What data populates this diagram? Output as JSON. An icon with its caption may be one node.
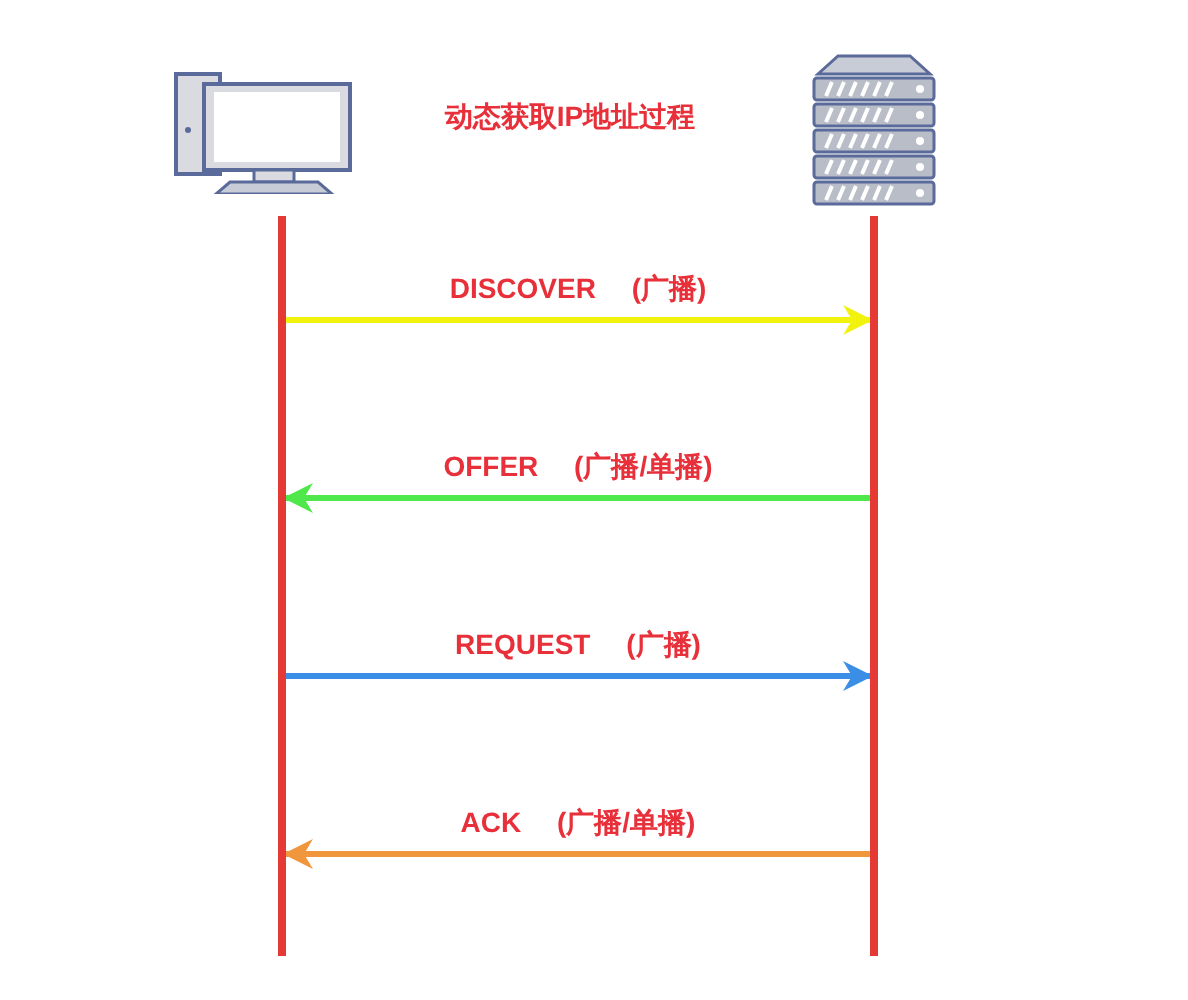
{
  "diagram": {
    "title": "动态获取IP地址过程",
    "nodes": [
      {
        "text": [],
        "shape": "picture"
      },
      {
        "text": [],
        "shape": "picture"
      },
      {
        "text": [],
        "shape": "bar"
      },
      {
        "text": [],
        "shape": "bar"
      }
    ],
    "edges": [
      {
        "from": 2,
        "to": 3,
        "arrow": "to",
        "label": "DISCOVER (广播)",
        "color": "#f2f20f"
      },
      {
        "from": 3,
        "to": 2,
        "arrow": "to",
        "label": "OFFER (广播/单播)",
        "color": "#4ee84a"
      },
      {
        "from": 2,
        "to": 3,
        "arrow": "to",
        "label": "REQUEST (广播)",
        "color": "#3a8ee6"
      },
      {
        "from": 3,
        "to": 2,
        "arrow": "to",
        "label": "ACK (广播/单播)",
        "color": "#f0963c"
      }
    ]
  }
}
